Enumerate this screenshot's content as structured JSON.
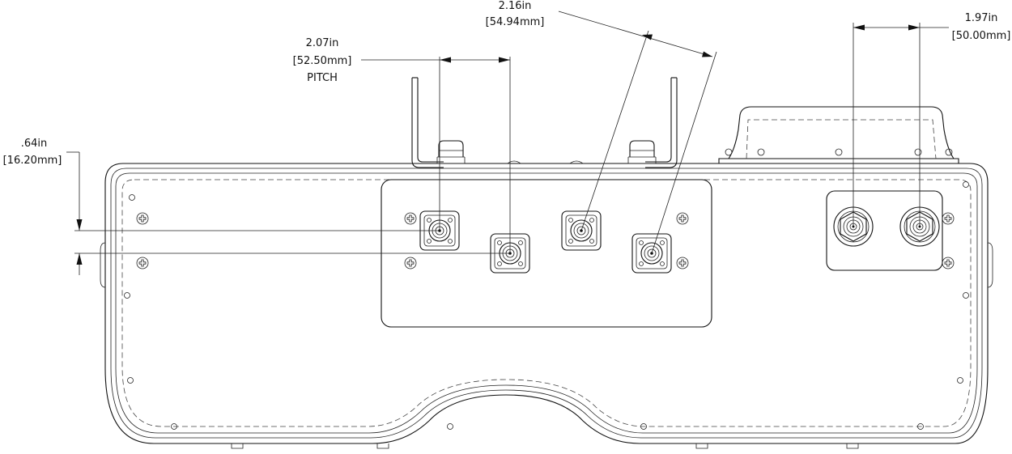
{
  "dimensions": {
    "pitch_in": "2.07in",
    "pitch_mm": "[52.50mm]",
    "pitch_label": "PITCH",
    "diag_in": "2.16in",
    "diag_mm": "[54.94mm]",
    "right_in": "1.97in",
    "right_mm": "[50.00mm]",
    "vert_in": ".64in",
    "vert_mm": "[16.20mm]"
  },
  "colors": {
    "line": "#111111",
    "background": "#ffffff"
  }
}
